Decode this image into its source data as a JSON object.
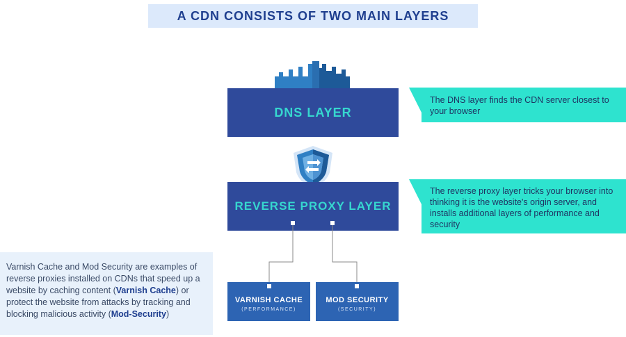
{
  "title": "A CDN CONSISTS OF TWO MAIN LAYERS",
  "dns_layer": {
    "label": "DNS LAYER",
    "description": "The DNS layer finds the CDN server closest to your browser"
  },
  "proxy_layer": {
    "label": "REVERSE PROXY LAYER",
    "description": "The reverse proxy layer tricks your browser into thinking it is the website's origin server, and installs additional layers of performance and security"
  },
  "sub_layers": {
    "varnish": {
      "label": "VARNISH CACHE",
      "caption": "(PERFORMANCE)"
    },
    "modsec": {
      "label": "MOD SECURITY",
      "caption": "(SECURITY)"
    }
  },
  "info": {
    "part1": "Varnish Cache and Mod Security are examples of reverse proxies installed on CDNs that speed up a website by caching content (",
    "bold1": "Varnish Cache",
    "part2": ") or protect the website from attacks by tracking and blocking malicious activity (",
    "bold2": "Mod-Security",
    "part3": ")"
  },
  "colors": {
    "layer_fill": "#2f4a9b",
    "layer_text": "#36d7cf",
    "sub_fill": "#2d64b3",
    "callout": "#2ee3cf",
    "title_bg": "#dce9fb"
  },
  "icons": [
    "castle-icon",
    "shield-exchange-icon"
  ]
}
